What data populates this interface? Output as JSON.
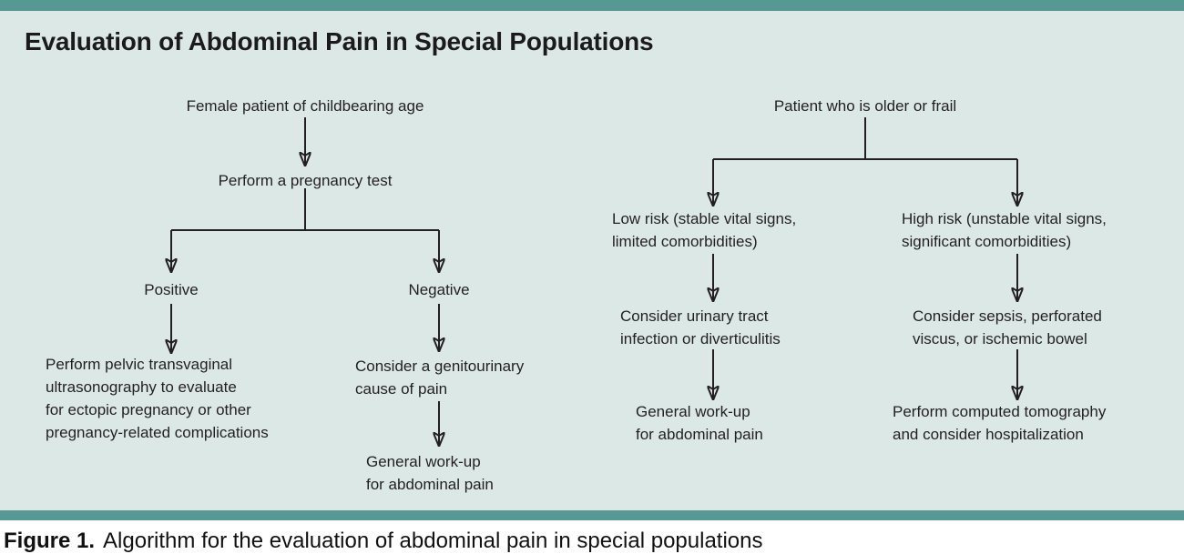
{
  "title": "Evaluation of Abdominal Pain in Special Populations",
  "colors": {
    "accent_bar": "#569994",
    "panel_background": "#dce8e6",
    "ink": "#231f20",
    "footer_background": "#ffffff"
  },
  "left_tree": {
    "root": "Female patient of childbearing age",
    "step": "Perform a pregnancy test",
    "branches": [
      {
        "label": "Positive",
        "outcome": "Perform pelvic transvaginal\nultrasonography to evaluate\nfor ectopic pregnancy or other\npregnancy-related complications"
      },
      {
        "label": "Negative",
        "consider": "Consider a genitourinary\ncause of pain",
        "outcome": "General work-up\nfor abdominal pain"
      }
    ]
  },
  "right_tree": {
    "root": "Patient who is older or frail",
    "branches": [
      {
        "label": "Low risk (stable vital signs,\nlimited comorbidities)",
        "consider": "Consider urinary tract\ninfection or diverticulitis",
        "outcome": "General work-up\nfor abdominal pain"
      },
      {
        "label": "High risk (unstable vital signs,\nsignificant comorbidities)",
        "consider": "Consider sepsis, perforated\nviscus, or ischemic bowel",
        "outcome": "Perform computed tomography\nand consider hospitalization"
      }
    ]
  },
  "caption": {
    "label": "Figure 1.",
    "text": "Algorithm for the evaluation of abdominal pain in special populations"
  }
}
